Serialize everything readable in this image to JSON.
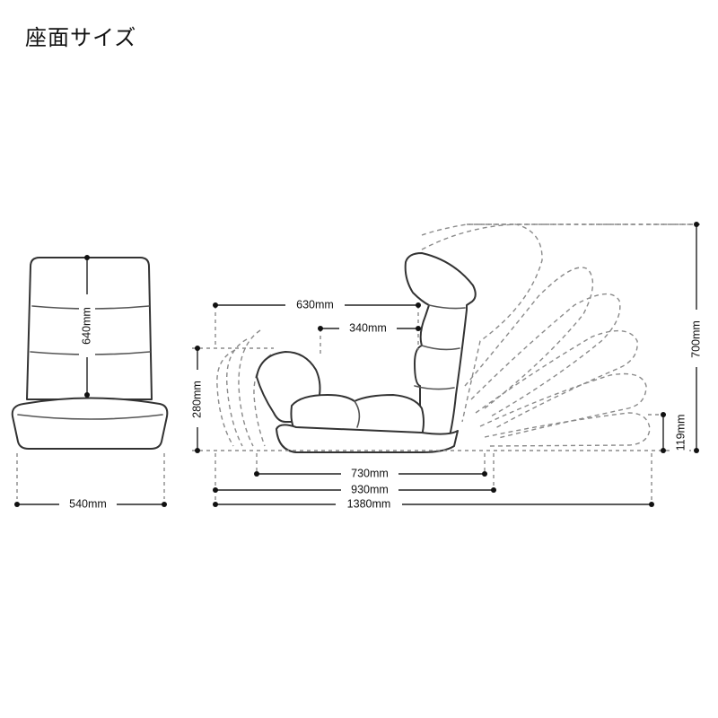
{
  "title": "座面サイズ",
  "dimensions": {
    "front_width": "540mm",
    "front_height": "640mm",
    "back_length": "630mm",
    "back_partial": "340mm",
    "seat_height": "280mm",
    "seat_length": "730mm",
    "base_length": "930mm",
    "total_length": "1380mm",
    "total_height": "700mm",
    "reclined_height": "119mm"
  }
}
